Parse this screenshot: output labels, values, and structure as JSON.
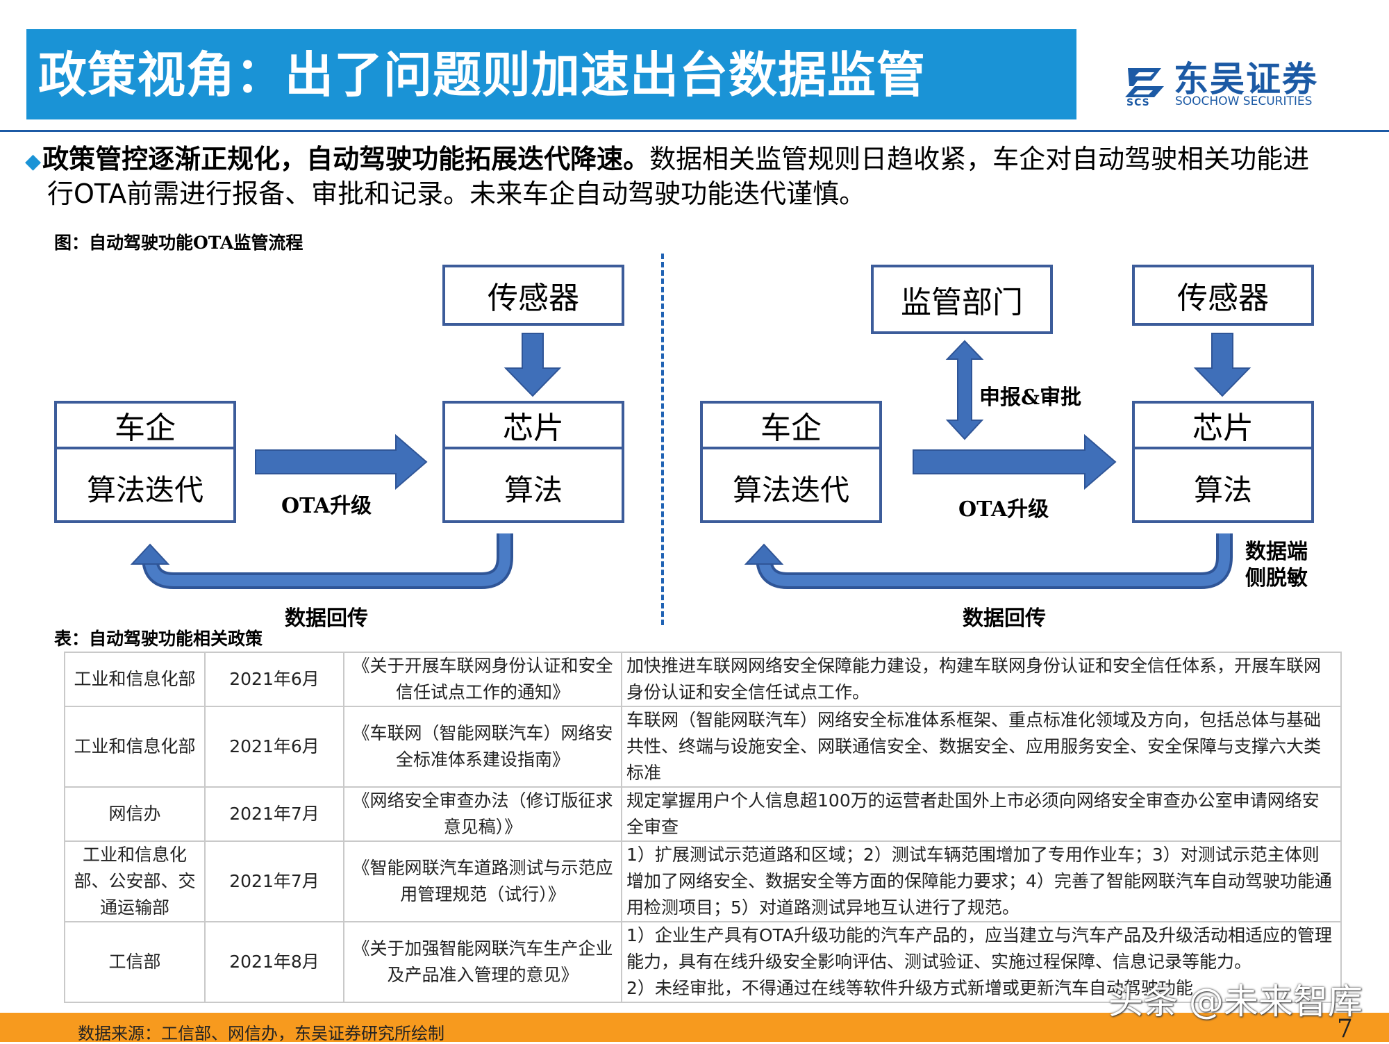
{
  "header": {
    "title": "政策视角：出了问题则加速出台数据监管",
    "logo_name": "东吴证券",
    "logo_en": "SOOCHOW SECURITIES",
    "logo_abbr": "SCS",
    "colors": {
      "title_bar": "#1a93d6",
      "brand": "#1c5aa5",
      "footer": "#f79a1e",
      "box_border": "#3c5c9a",
      "arrow": "#3f6fb9"
    }
  },
  "intro": {
    "bold": "政策管控逐渐正规化，自动驾驶功能拓展迭代降速。",
    "line1_rest": "数据相关监管规则日趋收紧，车企对自动驾驶相关功能进",
    "line2": "行OTA前需进行报备、审批和记录。未来车企自动驾驶功能迭代谨慎。"
  },
  "figure": {
    "caption": "图：自动驾驶功能OTA监管流程",
    "left": {
      "sensor": "传感器",
      "oem_top": "车企",
      "oem_bottom": "算法迭代",
      "chip_top": "芯片",
      "chip_bottom": "算法",
      "ota_label": "OTA升级",
      "return_label": "数据回传"
    },
    "right": {
      "regulator": "监管部门",
      "sensor": "传感器",
      "approve_label": "申报&审批",
      "oem_top": "车企",
      "oem_bottom": "算法迭代",
      "chip_top": "芯片",
      "chip_bottom": "算法",
      "ota_label": "OTA升级",
      "desens_line1": "数据端",
      "desens_line2": "侧脱敏",
      "return_label": "数据回传"
    }
  },
  "table": {
    "caption": "表：自动驾驶功能相关政策",
    "rows": [
      {
        "dept": "工业和信息化部",
        "date": "2021年6月",
        "doc": "《关于开展车联网身份认证和安全信任试点工作的通知》",
        "content": "加快推进车联网网络安全保障能力建设，构建车联网身份认证和安全信任体系，开展车联网身份认证和安全信任试点工作。"
      },
      {
        "dept": "工业和信息化部",
        "date": "2021年6月",
        "doc": "《车联网（智能网联汽车）网络安全标准体系建设指南》",
        "content": "车联网（智能网联汽车）网络安全标准体系框架、重点标准化领域及方向，包括总体与基础共性、终端与设施安全、网联通信安全、数据安全、应用服务安全、安全保障与支撑六大类标准"
      },
      {
        "dept": "网信办",
        "date": "2021年7月",
        "doc": "《网络安全审查办法（修订版征求意见稿）》",
        "content": "规定掌握用户个人信息超100万的运营者赴国外上市必须向网络安全审查办公室申请网络安全审查"
      },
      {
        "dept": "工业和信息化部、公安部、交通运输部",
        "date": "2021年7月",
        "doc": "《智能网联汽车道路测试与示范应用管理规范（试行）》",
        "content": "1）扩展测试示范道路和区域；2）测试车辆范围增加了专用作业车；3）对测试示范主体则增加了网络安全、数据安全等方面的保障能力要求；4）完善了智能网联汽车自动驾驶功能通用检测项目；5）对道路测试异地互认进行了规范。"
      },
      {
        "dept": "工信部",
        "date": "2021年8月",
        "doc": "《关于加强智能网联汽车生产企业及产品准入管理的意见》",
        "content": "1）企业生产具有OTA升级功能的汽车产品的，应当建立与汽车产品及升级活动相适应的管理能力，具有在线升级安全影响评估、测试验证、实施过程保障、信息记录等能力。",
        "content2": "2）未经审批，不得通过在线等软件升级方式新增或更新汽车自动驾驶功能"
      }
    ]
  },
  "footer": {
    "source": "数据来源：工信部、网信办，东吴证券研究所绘制",
    "page": "7",
    "watermark": "头条 @未来智库"
  }
}
